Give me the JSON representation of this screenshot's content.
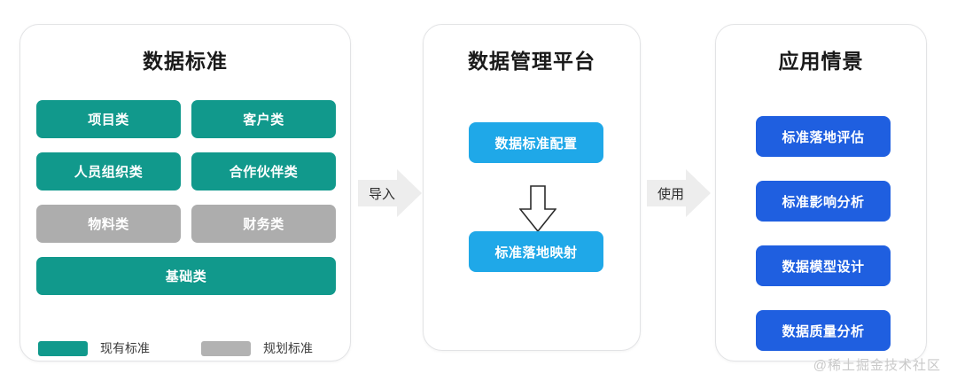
{
  "colors": {
    "existing_standard": "#11998c",
    "planned_standard": "#adadad",
    "platform_box": "#1fa8e8",
    "scenario_box": "#1f5fe0",
    "panel_border": "#e2e3e5",
    "connector_arrow": "#ededed",
    "title_text": "#1a1a1a"
  },
  "standards_panel": {
    "title": "数据标准",
    "boxes": [
      {
        "label": "项目类",
        "status": "existing",
        "width": "half"
      },
      {
        "label": "客户类",
        "status": "existing",
        "width": "half"
      },
      {
        "label": "人员组织类",
        "status": "existing",
        "width": "half"
      },
      {
        "label": "合作伙伴类",
        "status": "existing",
        "width": "half"
      },
      {
        "label": "物料类",
        "status": "planned",
        "width": "half"
      },
      {
        "label": "财务类",
        "status": "planned",
        "width": "half"
      },
      {
        "label": "基础类",
        "status": "existing",
        "width": "full"
      }
    ],
    "legend": [
      {
        "label": "现有标准",
        "status": "existing"
      },
      {
        "label": "规划标准",
        "status": "planned"
      }
    ]
  },
  "platform_panel": {
    "title": "数据管理平台",
    "boxes": [
      {
        "label": "数据标准配置"
      },
      {
        "label": "标准落地映射"
      }
    ],
    "flow_arrow": "down-arrow-icon"
  },
  "scenarios_panel": {
    "title": "应用情景",
    "boxes": [
      {
        "label": "标准落地评估"
      },
      {
        "label": "标准影响分析"
      },
      {
        "label": "数据模型设计"
      },
      {
        "label": "数据质量分析"
      }
    ]
  },
  "connectors": [
    {
      "label": "导入",
      "name": "connector-import"
    },
    {
      "label": "使用",
      "name": "connector-use"
    }
  ],
  "watermark": "@稀土掘金技术社区"
}
